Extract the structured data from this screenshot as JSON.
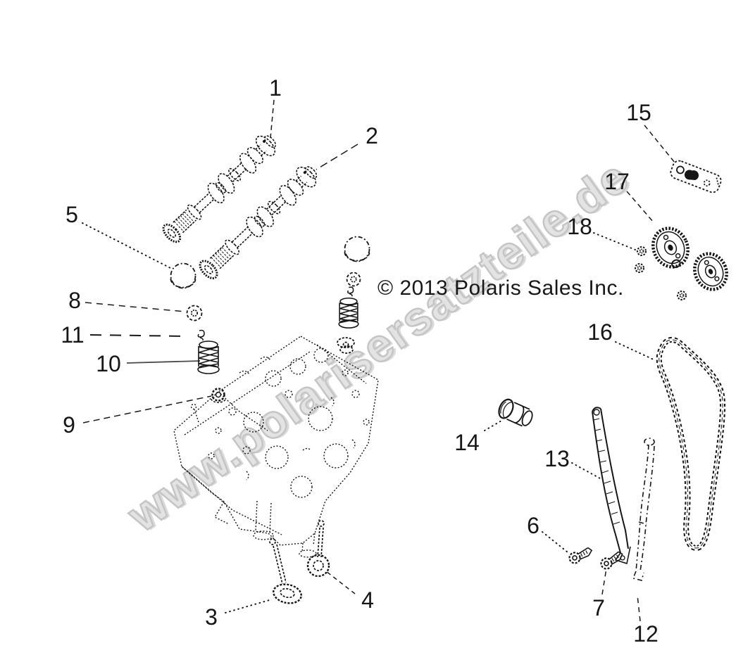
{
  "watermark": {
    "text": "www.polarisersatzteile.de"
  },
  "copyright": {
    "text": "© 2013 Polaris Sales Inc."
  },
  "callouts": {
    "c1": {
      "label": "1"
    },
    "c2": {
      "label": "2"
    },
    "c3": {
      "label": "3"
    },
    "c4": {
      "label": "4"
    },
    "c5": {
      "label": "5"
    },
    "c6": {
      "label": "6"
    },
    "c7": {
      "label": "7"
    },
    "c8": {
      "label": "8"
    },
    "c9": {
      "label": "9"
    },
    "c10": {
      "label": "10"
    },
    "c11": {
      "label": "11"
    },
    "c12": {
      "label": "12"
    },
    "c13": {
      "label": "13"
    },
    "c14": {
      "label": "14"
    },
    "c15": {
      "label": "15"
    },
    "c16": {
      "label": "16"
    },
    "c17": {
      "label": "17"
    },
    "c18": {
      "label": "18"
    }
  },
  "colors": {
    "line": "#161616",
    "watermark_fill": "#e3e3e3",
    "watermark_outline": "#c5c5c5",
    "background": "#ffffff"
  }
}
